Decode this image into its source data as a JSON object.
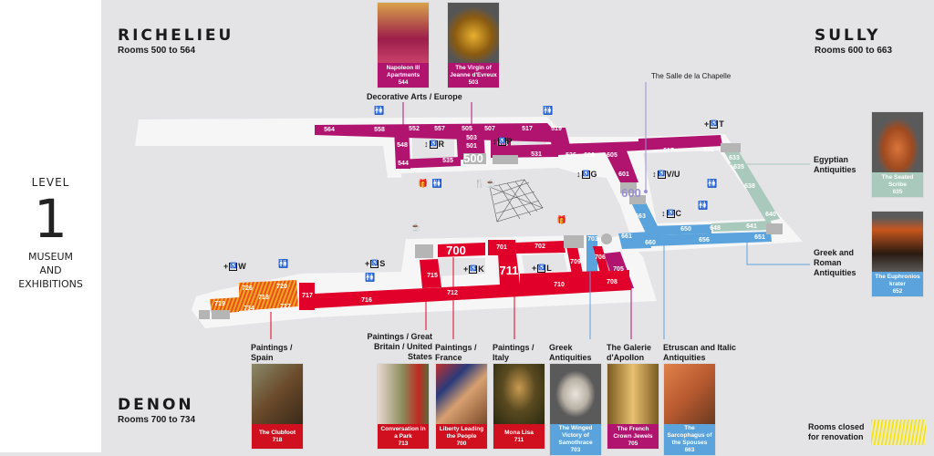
{
  "level": {
    "label": "LEVEL",
    "number": "1",
    "subtitle_lines": [
      "MUSEUM",
      "AND",
      "EXHIBITIONS"
    ]
  },
  "wings": {
    "richelieu": {
      "name": "RICHELIEU",
      "rooms": "Rooms 500 to 564"
    },
    "sully": {
      "name": "SULLY",
      "rooms": "Rooms 600 to 663"
    },
    "denon": {
      "name": "DENON",
      "rooms": "Rooms 700 to 734"
    }
  },
  "colors": {
    "decorative": "#b0146f",
    "paintings": "#e0002a",
    "greek": "#5ba3dc",
    "egyptian": "#a9c9bd",
    "closed": "#f07a1a",
    "services": "#b5b5b5",
    "chapelle": "#9b8fd0"
  },
  "rooms": {
    "564": "564",
    "558": "558",
    "552": "552",
    "557": "557",
    "505": "505",
    "507": "507",
    "517": "517",
    "519": "519",
    "548": "548",
    "503": "503",
    "501": "501",
    "500": "500",
    "516": "516",
    "531": "531",
    "535": "535",
    "544": "544",
    "526": "526",
    "606": "606",
    "605": "605",
    "617": "617",
    "632": "632",
    "633": "633",
    "635": "635",
    "638": "638",
    "640": "640",
    "641": "641",
    "601": "601",
    "600": "600",
    "663": "663",
    "650": "650",
    "648": "648",
    "656": "656",
    "651": "651",
    "660": "660",
    "661": "661",
    "703": "703",
    "700": "700",
    "701": "701",
    "702": "702",
    "711": "711",
    "709": "709",
    "706": "706",
    "705": "705",
    "708": "708",
    "710": "710",
    "712": "712",
    "716": "716",
    "715": "715",
    "717": "717",
    "719": "719",
    "726": "726",
    "720": "720",
    "718": "718",
    "734": "734",
    "727": "727"
  },
  "collections": {
    "decorative": "Decorative Arts / Europe",
    "chapelle": "The Salle de la Chapelle",
    "egyptian": "Egyptian Antiquities",
    "greek_roman": "Greek and Roman Antiquities",
    "spain": "Paintings / Spain",
    "gb_us": "Paintings / Great Britain / United States",
    "france": "Paintings / France",
    "italy": "Paintings / Italy",
    "greek": "Greek Antiquities",
    "apollon": "The Galerie d'Apollon",
    "etruscan": "Etruscan and Italic Antiquities"
  },
  "artworks": [
    {
      "title": "Napoleon III Apartments",
      "room": "544"
    },
    {
      "title": "The Virgin of Jeanne d'Evreux",
      "room": "503"
    },
    {
      "title": "The Seated Scribe",
      "room": "635"
    },
    {
      "title": "The Euphronios krater",
      "room": "652"
    },
    {
      "title": "The Clubfoot",
      "room": "718"
    },
    {
      "title": "Conversation in a Park",
      "room": "713"
    },
    {
      "title": "Liberty Leading the People",
      "room": "700"
    },
    {
      "title": "Mona Lisa",
      "room": "711"
    },
    {
      "title": "The Winged Victory of Samothrace",
      "room": "703"
    },
    {
      "title": "The French Crown Jewels",
      "room": "705"
    },
    {
      "title": "The Sarcophagus of the Spouses",
      "room": "663"
    }
  ],
  "facilities": {
    "R": "R",
    "P": "P",
    "G": "G",
    "VU": "V/U",
    "T": "T",
    "C": "C",
    "S": "S",
    "K": "K",
    "L": "L",
    "W": "W"
  },
  "legend": {
    "closed": "Rooms closed for renovation"
  }
}
